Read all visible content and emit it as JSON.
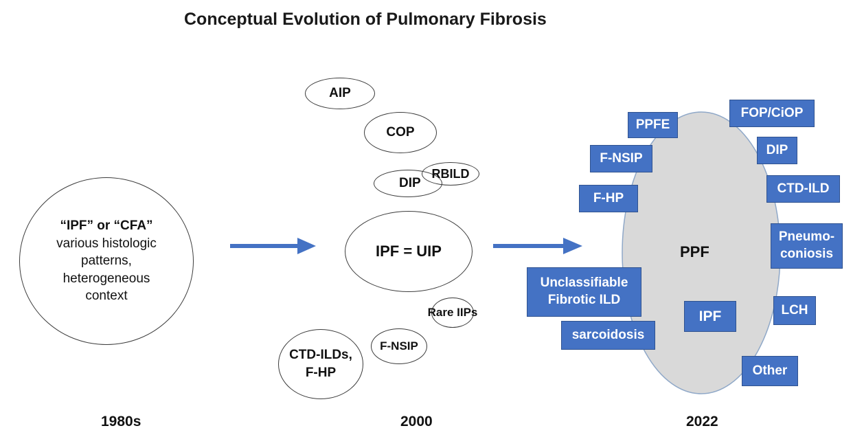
{
  "title": "Conceptual Evolution of Pulmonary Fibrosis",
  "era_1980s": {
    "line1": "“IPF” or “CFA”",
    "line2": "various histologic",
    "line3": "patterns,",
    "line4": "heterogeneous",
    "line5": "context",
    "year": "1980s"
  },
  "era_2000": {
    "aip": "AIP",
    "cop": "COP",
    "dip": "DIP",
    "rbild": "RBILD",
    "center": "IPF = UIP",
    "rare": "Rare IIPs",
    "fnsip": "F-NSIP",
    "ctd_line1": "CTD-ILDs,",
    "ctd_line2": "F-HP",
    "year": "2000"
  },
  "era_2022": {
    "center": "PPF",
    "ppfe": "PPFE",
    "fop": "FOP/CiOP",
    "fnsip": "F-NSIP",
    "dip": "DIP",
    "fhp": "F-HP",
    "ctd": "CTD-ILD",
    "pneumo_line1": "Pneumo-",
    "pneumo_line2": "coniosis",
    "unclass_line1": "Unclassifiable",
    "unclass_line2": "Fibrotic ILD",
    "ipf": "IPF",
    "lch": "LCH",
    "sarcoidosis": "sarcoidosis",
    "other": "Other",
    "year": "2022"
  },
  "colors": {
    "box_fill": "#4472c4",
    "ppf_fill": "#d9d9d9",
    "arrow": "#4472c4"
  }
}
